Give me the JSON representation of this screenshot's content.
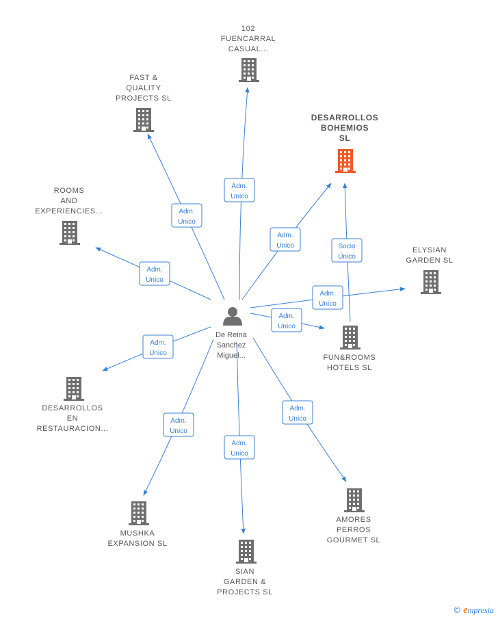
{
  "center": {
    "label": [
      "De Reina",
      "Sanchez",
      "Miguel..."
    ]
  },
  "companies": [
    {
      "id": "fuencarral",
      "label": [
        "102",
        "FUENCARRAL",
        "CASUAL..."
      ],
      "focus": false
    },
    {
      "id": "fast",
      "label": [
        "FAST &",
        "QUALITY",
        "PROJECTS  SL"
      ],
      "focus": false
    },
    {
      "id": "bohemios",
      "label": [
        "DESARROLLOS",
        "BOHEMIOS",
        "SL"
      ],
      "focus": true
    },
    {
      "id": "rooms",
      "label": [
        "ROOMS",
        "AND",
        "EXPERIENCIES..."
      ],
      "focus": false
    },
    {
      "id": "elysian",
      "label": [
        "ELYSIAN",
        "GARDEN  SL"
      ],
      "focus": false
    },
    {
      "id": "funrooms",
      "label": [
        "FUN&ROOMS",
        "HOTELS  SL"
      ],
      "focus": false
    },
    {
      "id": "restauracion",
      "label": [
        "DESARROLLOS",
        "EN",
        "RESTAURACION..."
      ],
      "focus": false
    },
    {
      "id": "mushka",
      "label": [
        "MUSHKA",
        "EXPANSION  SL"
      ],
      "focus": false
    },
    {
      "id": "sian",
      "label": [
        "SIAN",
        "GARDEN &",
        "PROJECTS  SL"
      ],
      "focus": false
    },
    {
      "id": "amores",
      "label": [
        "AMORES",
        "PERROS",
        "GOURMET  SL"
      ],
      "focus": false
    }
  ],
  "edges": [
    {
      "to": "fuencarral",
      "label": [
        "Adm.",
        "Unico"
      ]
    },
    {
      "to": "fast",
      "label": [
        "Adm.",
        "Unico"
      ]
    },
    {
      "to": "bohemios",
      "label": [
        "Adm.",
        "Unico"
      ]
    },
    {
      "to": "rooms",
      "label": [
        "Adm.",
        "Unico"
      ]
    },
    {
      "to": "elysian",
      "label": [
        "Adm.",
        "Unico"
      ]
    },
    {
      "to": "funrooms",
      "label": [
        "Adm.",
        "Unico"
      ]
    },
    {
      "to": "restauracion",
      "label": [
        "Adm.",
        "Unico"
      ]
    },
    {
      "to": "mushka",
      "label": [
        "Adm.",
        "Unico"
      ]
    },
    {
      "to": "sian",
      "label": [
        "Adm.",
        "Unico"
      ]
    },
    {
      "to": "amores",
      "label": [
        "Adm.",
        "Unico"
      ]
    },
    {
      "from": "funrooms",
      "to": "bohemios",
      "label": [
        "Socio",
        "Único"
      ]
    }
  ],
  "colors": {
    "edge": "#3a7fd5",
    "building": "#6f6f6f",
    "focus_building": "#f05a28",
    "label": "#555555"
  },
  "brand": {
    "symbol": "©",
    "initial": "e",
    "rest": "mpresia"
  }
}
